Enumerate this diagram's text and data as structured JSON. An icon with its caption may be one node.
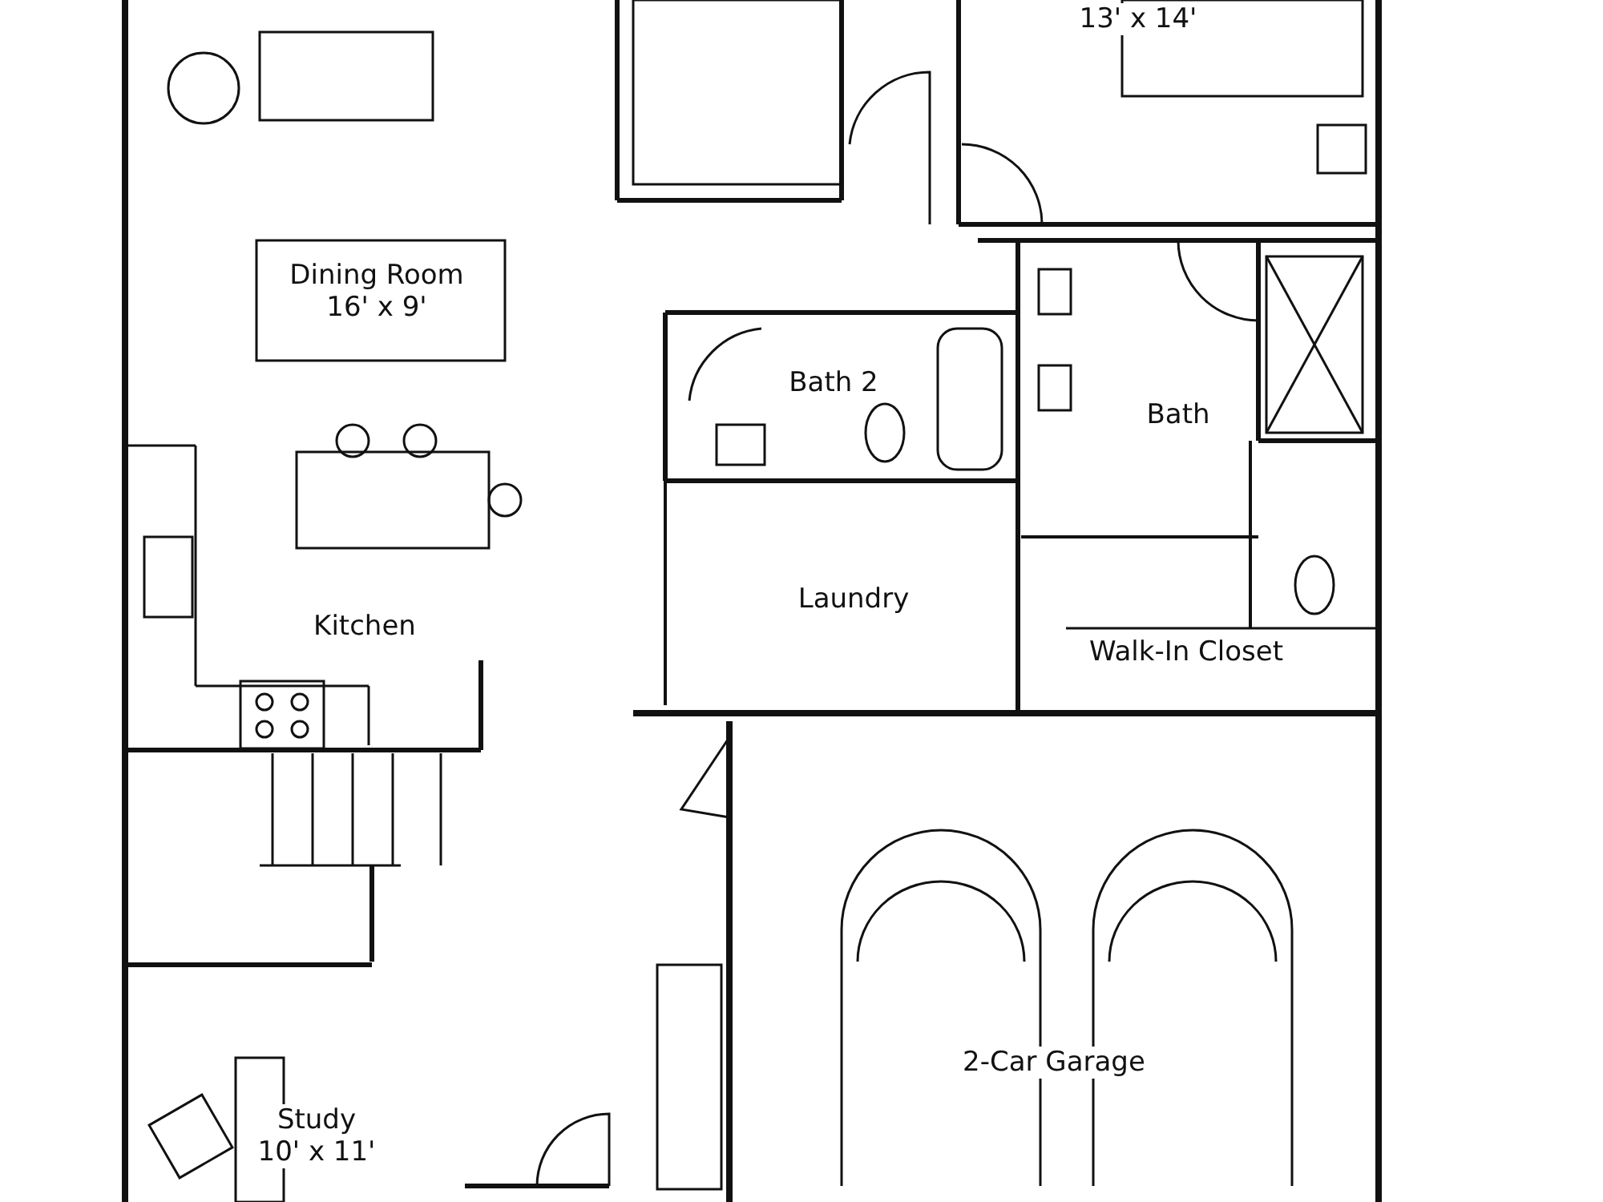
{
  "diagram": {
    "nodes": [
      {
        "text": [
          "13' x 14'"
        ]
      },
      {
        "text": [
          "Dining Room",
          "16' x 9'"
        ]
      },
      {
        "text": [
          "Bath 2"
        ]
      },
      {
        "text": [
          "Bath"
        ]
      },
      {
        "text": [
          "Kitchen"
        ]
      },
      {
        "text": [
          "Laundry"
        ]
      },
      {
        "text": [
          "Walk-In Closet"
        ]
      },
      {
        "text": [
          "2-Car Garage"
        ]
      },
      {
        "text": [
          "Study",
          "10' x 11'"
        ]
      }
    ]
  }
}
